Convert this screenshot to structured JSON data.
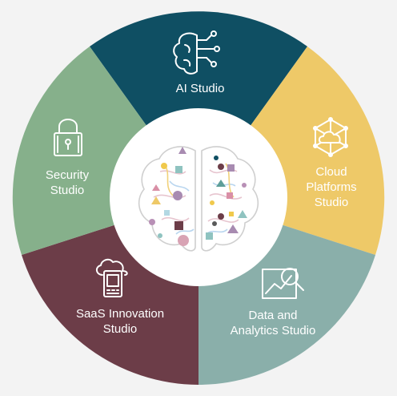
{
  "segments": [
    {
      "id": "ai",
      "lines": [
        "AI Studio"
      ],
      "color": "#0f4f63",
      "icon": "brain-circuit-icon"
    },
    {
      "id": "cloud",
      "lines": [
        "Cloud",
        "Platforms",
        "Studio"
      ],
      "color": "#eec968",
      "icon": "cloud-network-icon"
    },
    {
      "id": "data",
      "lines": [
        "Data and",
        "Analytics Studio"
      ],
      "color": "#8aafaa",
      "icon": "chart-magnifier-icon"
    },
    {
      "id": "saas",
      "lines": [
        "SaaS Innovation",
        "Studio"
      ],
      "color": "#6c3d48",
      "icon": "cloud-tablet-icon"
    },
    {
      "id": "security",
      "lines": [
        "Security",
        "Studio"
      ],
      "color": "#86b08b",
      "icon": "padlock-icon"
    }
  ],
  "center": {
    "icon": "colorful-brain-icon",
    "background": "#ffffff"
  },
  "colors": {
    "background": "#f3f3f3"
  }
}
